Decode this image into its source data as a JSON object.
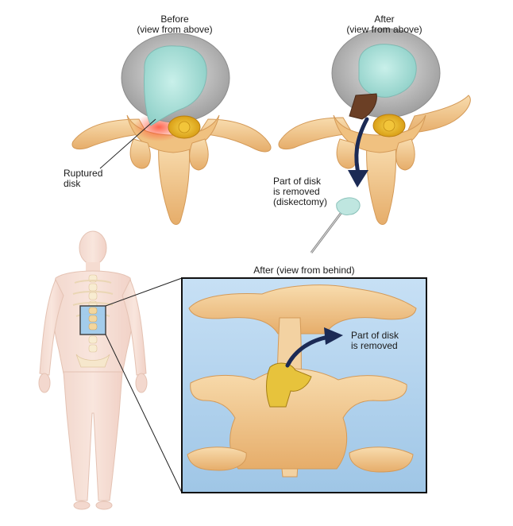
{
  "labels": {
    "before_title_1": "Before",
    "before_title_2": "(view from above)",
    "after_title_1": "After",
    "after_title_2": "(view from above)",
    "ruptured_1": "Ruptured",
    "ruptured_2": "disk",
    "removed_1": "Part of disk",
    "removed_2": "is removed",
    "removed_3": "(diskectomy)",
    "behind_title": "After (view from behind)",
    "behind_removed_1": "Part of disk",
    "behind_removed_2": "is removed"
  },
  "colors": {
    "bone": "#f3c98e",
    "bone_shadow": "#d99a55",
    "disk_outer": "#c9c9c9",
    "disk_inner": "#a9ded8",
    "nerve": "#e7b21c",
    "inflammation": "#f46a4a",
    "arrow": "#1b2a55",
    "inset_bg": "#b9d6ee",
    "body": "#f4cfc0"
  }
}
